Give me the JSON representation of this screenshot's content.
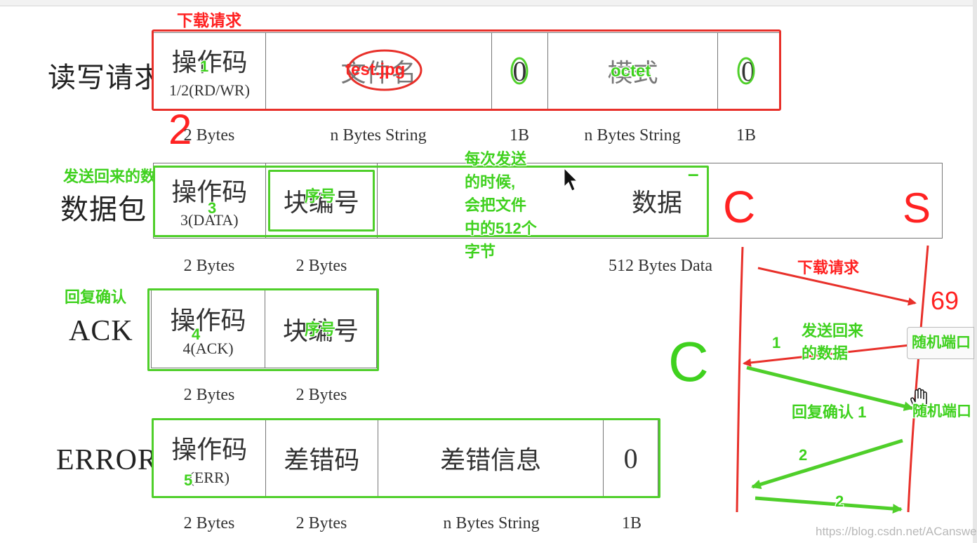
{
  "header": {
    "top_red_label": "下载请求"
  },
  "rows": {
    "rrq": {
      "label": "读写请求",
      "cells": [
        {
          "main": "操作码",
          "sub": "1/2(RD/WR)"
        },
        {
          "main": "文件名"
        },
        {
          "main": "0"
        },
        {
          "main": "模式"
        },
        {
          "main": "0"
        }
      ],
      "bytes": [
        "2 Bytes",
        "n Bytes String",
        "1B",
        "n Bytes String",
        "1B"
      ],
      "annotations": {
        "opcode": "1",
        "filename": "test.jpg",
        "mode": "octet",
        "opcode_hand": "2"
      }
    },
    "data": {
      "label": "数据包",
      "cells": [
        {
          "main": "操作码",
          "sub": "3(DATA)"
        },
        {
          "main": "块编号"
        },
        {
          "main": "数据"
        }
      ],
      "bytes": [
        "2 Bytes",
        "2 Bytes",
        "512 Bytes Data"
      ],
      "annotations": {
        "title": "发送回来的数据",
        "opcode": "3",
        "block": "序号",
        "note": [
          "每次发送",
          "的时候,",
          "会把文件",
          "中的512个",
          "字节"
        ],
        "dash": "–",
        "client": "C",
        "server": "S"
      }
    },
    "ack": {
      "label": "ACK",
      "cells": [
        {
          "main": "操作码",
          "sub": "4(ACK)"
        },
        {
          "main": "块编号"
        }
      ],
      "bytes": [
        "2 Bytes",
        "2 Bytes"
      ],
      "annotations": {
        "title": "回复确认",
        "opcode": "4",
        "block": "序号"
      }
    },
    "error": {
      "label": "ERROR",
      "cells": [
        {
          "main": "操作码",
          "sub": "(ERR)"
        },
        {
          "main": "差错码"
        },
        {
          "main": "差错信息"
        },
        {
          "main": "0"
        }
      ],
      "bytes": [
        "2 Bytes",
        "2 Bytes",
        "n Bytes String",
        "1B"
      ],
      "annotations": {
        "opcode": "5"
      }
    }
  },
  "sequence": {
    "download_request": "下载请求",
    "port_69": "69",
    "client": "C",
    "step1_number": "1",
    "send_back": [
      "发送回来",
      "的数据"
    ],
    "random_port_1": "随机端口",
    "random_port_2": "随机端口",
    "ack1": "回复确认 1",
    "step2_a": "2",
    "step2_b": "2"
  },
  "watermark": "https://blog.csdn.net/ACanswer",
  "colors": {
    "red": "#e8302a",
    "green": "#4fcf2a",
    "ink": "#333333"
  }
}
